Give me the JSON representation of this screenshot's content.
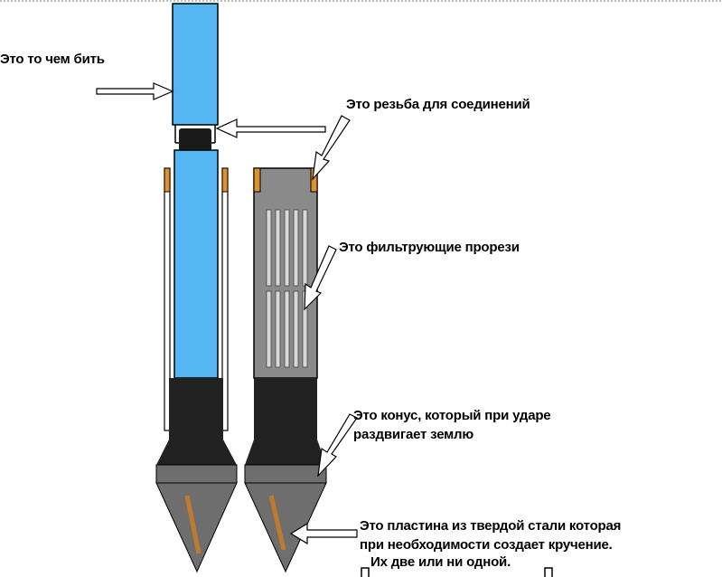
{
  "labels": {
    "striker": "Это то чем бить",
    "thread": "Это резьба для соединений",
    "slots": "Это фильтрующие прорези",
    "cone_line1": "Это конус, который при ударе",
    "cone_line2": "раздвигает землю",
    "plate_line1": "Это пластина из твердой стали которая",
    "plate_line2": "при необходимости создает кручение.",
    "plate_line3": "Их две или ни одной."
  },
  "colors": {
    "pipe_blue": "#55b7f2",
    "thread_black": "#1a1a1a",
    "tip_ring": "#e09030",
    "filter_gray": "#8a8a8a",
    "cone_dark": "#222222",
    "cone_gray": "#6e6e6e",
    "plate_brown": "#c07a30",
    "arrow_fill": "#ffffff",
    "outline": "#000000"
  }
}
